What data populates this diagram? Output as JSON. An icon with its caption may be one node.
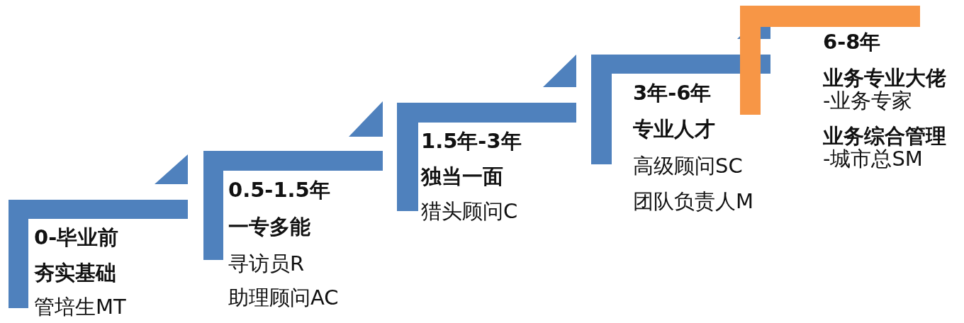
{
  "diagram": {
    "nodes": [
      {
        "text": [
          "0-毕业前",
          "夯实基础",
          "管培生MT"
        ]
      },
      {
        "text": [
          "0.5-1.5年",
          "一专多能",
          "寻访员R",
          "助理顾问AC"
        ]
      },
      {
        "text": [
          "1.5年-3年",
          "独当一面",
          "猎头顾问C"
        ]
      },
      {
        "text": [
          "3年-6年",
          "专业人才",
          "高级顾问SC",
          "团队负责人M"
        ]
      },
      {
        "text": [
          "6-8年",
          "业务专业大佬",
          "-业务专家",
          "业务综合管理",
          "-城市总SM"
        ]
      }
    ]
  }
}
